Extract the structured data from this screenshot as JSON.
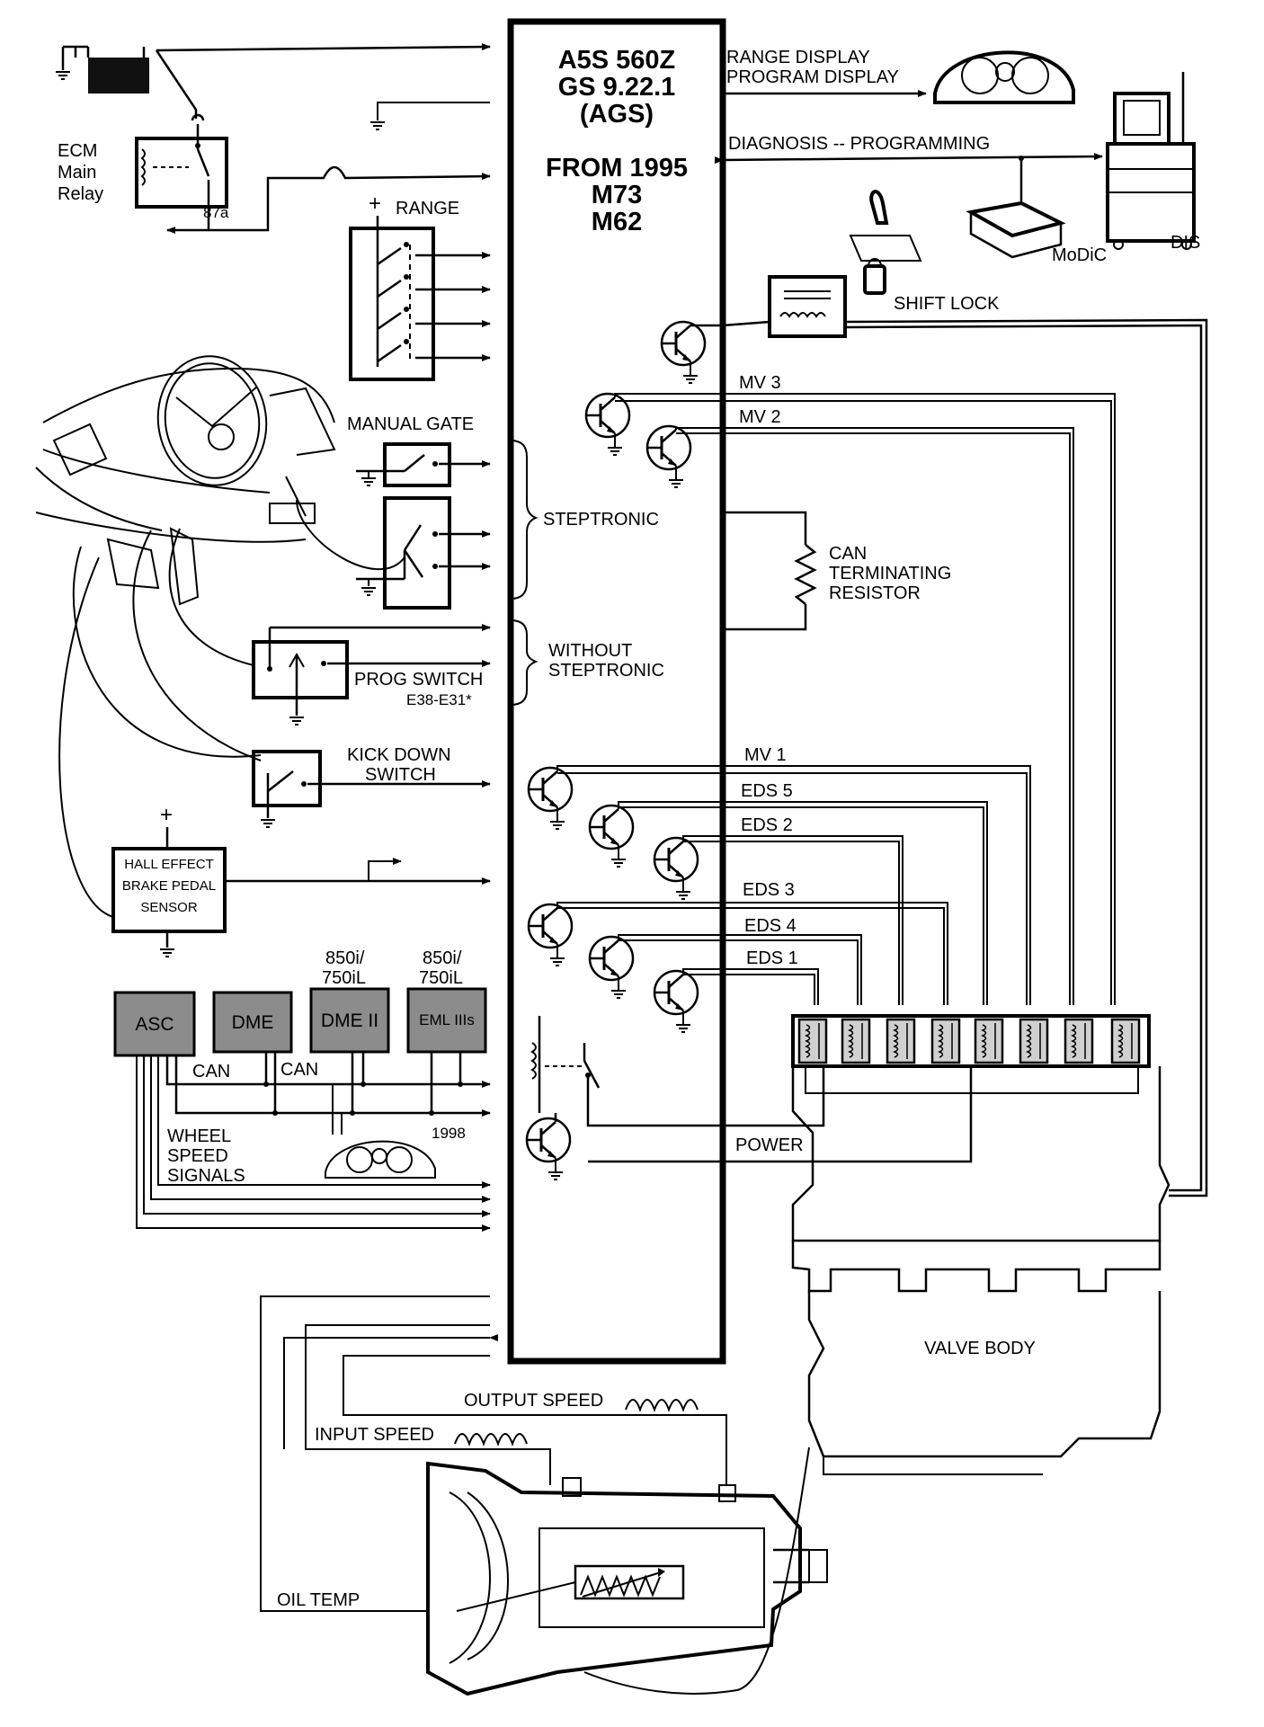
{
  "module": {
    "line1": "A5S 560Z",
    "line2": "GS 9.22.1",
    "line3": "(AGS)",
    "line4": "FROM 1995",
    "line5": "M73",
    "line6": "M62"
  },
  "labels": {
    "ecm_1": "ECM",
    "ecm_2": "Main",
    "ecm_3": "Relay",
    "pin_87a": "87a",
    "range": "RANGE",
    "plus": "+",
    "manual_gate": "MANUAL GATE",
    "steptronic": "STEPTRONIC",
    "without_1": "WITHOUT",
    "without_2": "STEPTRONIC",
    "prog_switch": "PROG SWITCH",
    "prog_models": "E38-E31*",
    "kick_1": "KICK DOWN",
    "kick_2": "SWITCH",
    "hall_1": "HALL EFFECT",
    "hall_2": "BRAKE PEDAL",
    "hall_3": "SENSOR",
    "range_display": "RANGE DISPLAY",
    "program_display": "PROGRAM DISPLAY",
    "diagnosis": "DIAGNOSIS -- PROGRAMMING",
    "modic": "MoDiC",
    "dis": "DIS",
    "shift_lock": "SHIFT LOCK",
    "mv3": "MV 3",
    "mv2": "MV 2",
    "mv1": "MV 1",
    "eds5": "EDS 5",
    "eds2": "EDS 2",
    "eds3": "EDS 3",
    "eds4": "EDS 4",
    "eds1": "EDS 1",
    "can_res_1": "CAN",
    "can_res_2": "TERMINATING",
    "can_res_3": "RESISTOR",
    "power": "POWER",
    "valve_body": "VALVE BODY",
    "asc": "ASC",
    "dme": "DME",
    "dme2": "DME II",
    "eml": "EML IIIs",
    "model_1a": "850i/",
    "model_1b": "750iL",
    "model_2a": "850i/",
    "model_2b": "750iL",
    "can_a": "CAN",
    "can_b": "CAN",
    "year_1998": "1998",
    "wheel_1": "WHEEL",
    "wheel_2": "SPEED",
    "wheel_3": "SIGNALS",
    "output_speed": "OUTPUT SPEED",
    "input_speed": "INPUT SPEED",
    "oil_temp": "OIL TEMP"
  }
}
